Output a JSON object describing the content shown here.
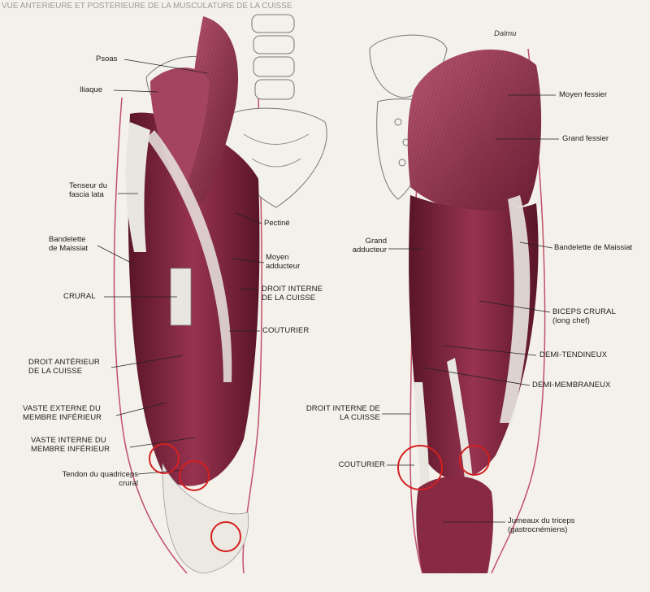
{
  "header_text": "VUE ANTÉRIEURE ET POSTÉRIEURE DE LA MUSCULATURE DE LA CUISSE",
  "anterior_labels": {
    "psoas": "Psoas",
    "iliaque": "Iliaque",
    "tenseur": "Tenseur du\nfascia lata",
    "bandelette": "Bandelette\nde Maissiat",
    "crural": "CRURAL",
    "droit_anterieur": "DROIT ANTÉRIEUR\nDE LA CUISSE",
    "vaste_externe": "VASTE EXTERNE DU\nMEMBRE INFÉRIEUR",
    "vaste_interne": "VASTE INTERNE DU\nMEMBRE INFÉRIEUR",
    "tendon": "Tendon du quadriceps\ncrural",
    "pectine": "Pectiné",
    "moyen_adducteur": "Moyen\nadducteur",
    "droit_interne": "DROIT INTERNE\nDE LA CUISSE",
    "couturier": "COUTURIER"
  },
  "posterior_labels": {
    "signature": "Dalmu",
    "moyen_fessier": "Moyen fessier",
    "grand_fessier": "Grand fessier",
    "bandelette": "Bandelette de Maissiat",
    "grand_adducteur": "Grand\nadducteur",
    "biceps": "BICEPS CRURAL\n(long chef)",
    "demi_tendineux": "DEMI-TENDINEUX",
    "demi_membraneux": "DEMI-MEMBRANEUX",
    "droit_interne": "DROIT INTERNE DE\nLA CUISSE",
    "couturier": "COUTURIER",
    "jumeaux": "Jumeaux du triceps\n(gastrocnémiens)"
  },
  "colors": {
    "muscle": "#8a2a44",
    "muscle_light": "#b8566f",
    "muscle_dark": "#5a1528",
    "tendon": "#e9e6e0",
    "bone": "#f3f1ec",
    "outline": "#c0506a",
    "highlight_circle": "#d42020"
  }
}
